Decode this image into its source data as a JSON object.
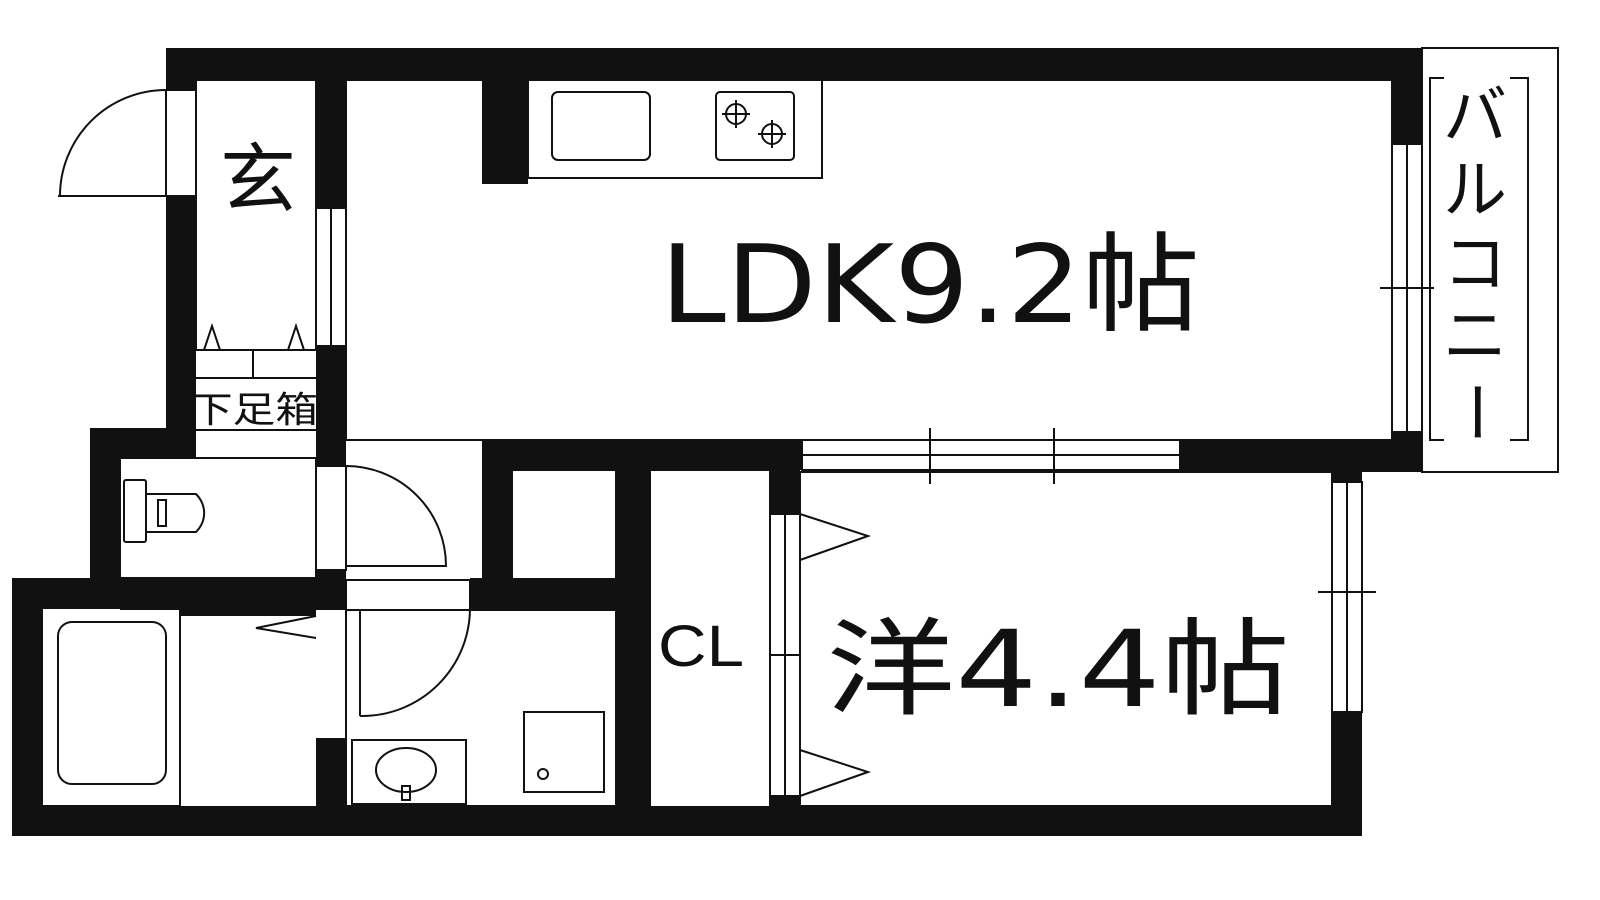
{
  "floorplan": {
    "rooms": {
      "ldk": "LDK9.2帖",
      "western": "洋4.4帖",
      "entrance": "玄",
      "closet": "CL",
      "shoe_box": "下足箱"
    },
    "balcony_chars": [
      "バ",
      "ル",
      "コ",
      "ニ",
      "ー"
    ],
    "colors": {
      "wall": "#111111",
      "background": "#ffffff"
    }
  }
}
